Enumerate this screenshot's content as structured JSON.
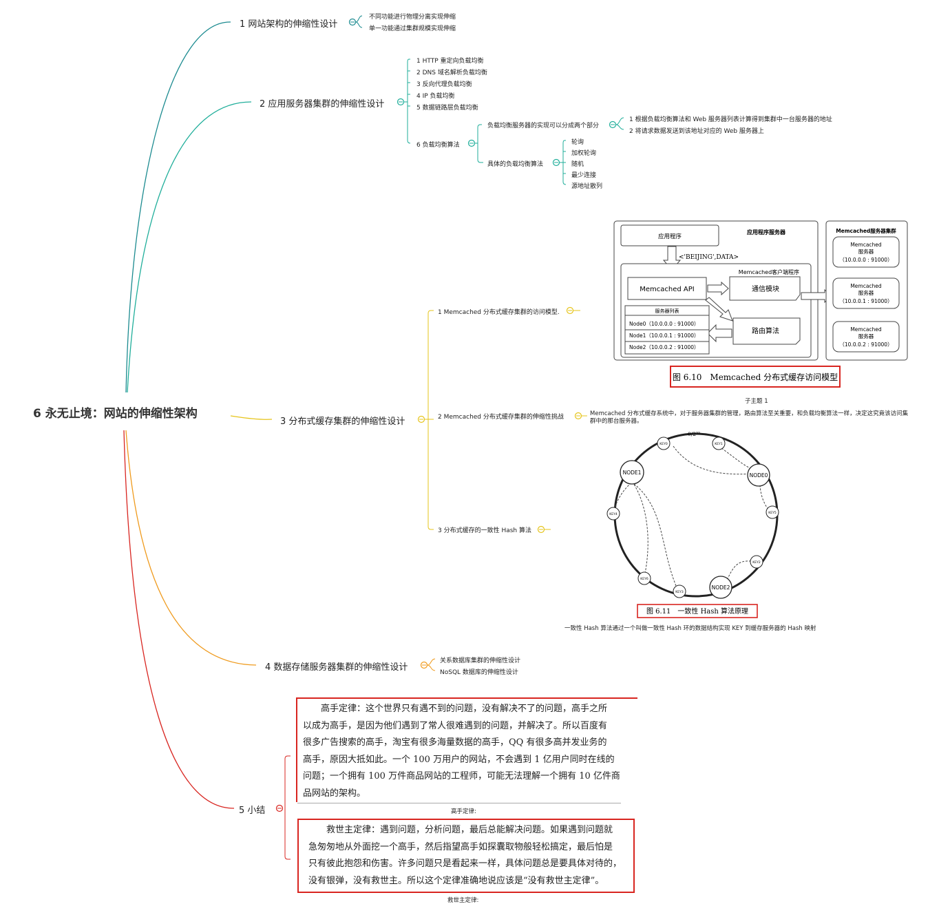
{
  "root": {
    "title": "6 永无止境：网站的伸缩性架构"
  },
  "colors": {
    "branch1": "#1a8a8f",
    "branch2": "#1fae9a",
    "branch3": "#e6c41a",
    "branch4": "#ef9a1c",
    "branch5": "#d8241f",
    "frame_red": "#d8241f"
  },
  "branch1": {
    "label": "1 网站架构的伸缩性设计",
    "items": [
      "不同功能进行物理分离实现伸缩",
      "单一功能通过集群规模实现伸缩"
    ]
  },
  "branch2": {
    "label": "2 应用服务器集群的伸缩性设计",
    "items": [
      "1 HTTP 重定向负载均衡",
      "2 DNS 域名解析负载均衡",
      "3 反向代理负载均衡",
      "4 IP 负载均衡",
      "5 数据链路层负载均衡"
    ],
    "algo": {
      "label": "6 负载均衡算法",
      "parts": {
        "label": "负载均衡服务器的实现可以分成两个部分",
        "items": [
          "1 根据负载均衡算法和 Web 服务器列表计算得到集群中一台服务器的地址",
          "2 将请求数据发送到该地址对应的 Web 服务器上"
        ]
      },
      "specific": {
        "label": "具体的负载均衡算法",
        "items": [
          "轮询",
          "加权轮询",
          "随机",
          "最少连接",
          "源地址散列"
        ]
      }
    }
  },
  "branch3": {
    "label": "3 分布式缓存集群的伸缩性设计",
    "sub1": "1 Memcached 分布式缓存集群的访问模型.",
    "sub2": "2 Memcached 分布式缓存集群的伸缩性挑战",
    "sub2_desc_line1": "Memcached 分布式缓存系统中，对于服务器集群的管理，路由算法至关重要，和负载均衡算法一样，决定这究竟该访问集",
    "sub2_desc_line2": "群中的那台服务器。",
    "sub3": "3 分布式缓存的一致性 Hash 算法",
    "subtopic": "子主题 1",
    "hash_caption_note": "一致性 Hash 算法通过一个叫做一致性 Hash 环的数据结构实现 KEY 到缓存服务器的 Hash 映射"
  },
  "fig610": {
    "app_program": "应用程序",
    "app_server": "应用程序服务器",
    "request": "<'BEIJING',DATA>",
    "client": "Memcached客户端程序",
    "api": "Memcached API",
    "comm": "通信模块",
    "routing": "路由算法",
    "server_list": "服务器列表",
    "nodes": [
      "Node0（10.0.0.0 : 91000）",
      "Node1（10.0.0.1 : 91000）",
      "Node2（10.0.0.2 : 91000）"
    ],
    "cluster": "Memcached服务器集群",
    "servers": [
      {
        "line1": "Memcached",
        "line2": "服务器",
        "addr": "（10.0.0.0 : 91000）"
      },
      {
        "line1": "Memcached",
        "line2": "服务器",
        "addr": "（10.0.0.1 : 91000）"
      },
      {
        "line1": "Memcached",
        "line2": "服务器",
        "addr": "（10.0.0.2 : 91000）"
      }
    ],
    "caption": "图 6.10　Memcached 分布式缓存访问模型"
  },
  "fig611": {
    "top": "0/2³²",
    "nodes": [
      "NODE1",
      "NODE0",
      "NODE2"
    ],
    "keys": [
      "KEY0",
      "KEY1",
      "KEY4",
      "KEY5",
      "KEY2",
      "KEY3",
      "KEY6"
    ],
    "caption": "图 6.11　一致性 Hash 算法原理"
  },
  "branch4": {
    "label": "4 数据存储服务器集群的伸缩性设计",
    "items": [
      "关系数据库集群的伸缩性设计",
      "NoSQL 数据库的伸缩性设计"
    ]
  },
  "branch5": {
    "label": "5 小结",
    "law1": {
      "lines": [
        "　　高手定律：这个世界只有遇不到的问题，没有解决不了的问题，高手之所",
        "以成为高手，是因为他们遇到了常人很难遇到的问题，并解决了。所以百度有",
        "很多广告搜索的高手，淘宝有很多海量数据的高手，QQ 有很多高并发业务的",
        "高手，原因大抵如此。一个 100 万用户的网站，不会遇到 1 亿用户同时在线的",
        "问题；一个拥有 100 万件商品网站的工程师，可能无法理解一个拥有 10 亿件商",
        "品网站的架构。"
      ],
      "caption": "高手定律:"
    },
    "law2": {
      "lines": [
        "　　救世主定律：遇到问题，分析问题，最后总能解决问题。如果遇到问题就",
        "急匆匆地从外面挖一个高手，然后指望高手如探囊取物般轻松搞定，最后怕是",
        "只有彼此抱怨和伤害。许多问题只是看起来一样，具体问题总是要具体对待的，",
        "没有银弹，没有救世主。所以这个定律准确地说应该是“没有救世主定律”。"
      ],
      "caption": "救世主定律:"
    }
  }
}
